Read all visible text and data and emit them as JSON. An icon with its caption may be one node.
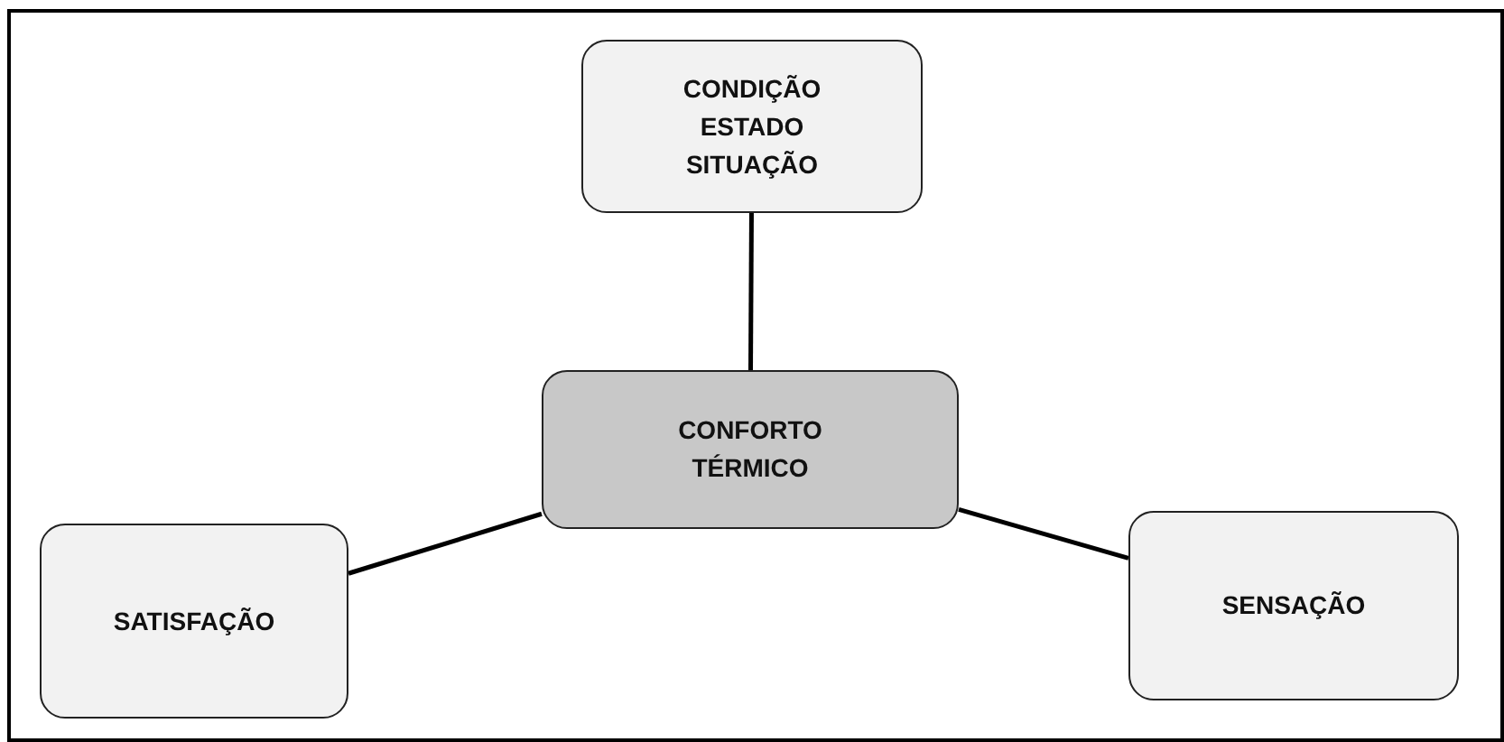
{
  "diagram": {
    "nodes": [
      {
        "text": [
          "CONDIÇÃO ESTADO SITUAÇÃO"
        ]
      },
      {
        "text": [
          "CONFORTO TÉRMICO"
        ]
      },
      {
        "text": [
          "SATISFAÇÃO"
        ]
      },
      {
        "text": [
          "SENSAÇÃO"
        ]
      }
    ],
    "edges": [
      {
        "from": 1,
        "to": 0,
        "arrow": "none"
      },
      {
        "from": 1,
        "to": 2,
        "arrow": "none"
      },
      {
        "from": 1,
        "to": 3,
        "arrow": "none"
      }
    ]
  }
}
